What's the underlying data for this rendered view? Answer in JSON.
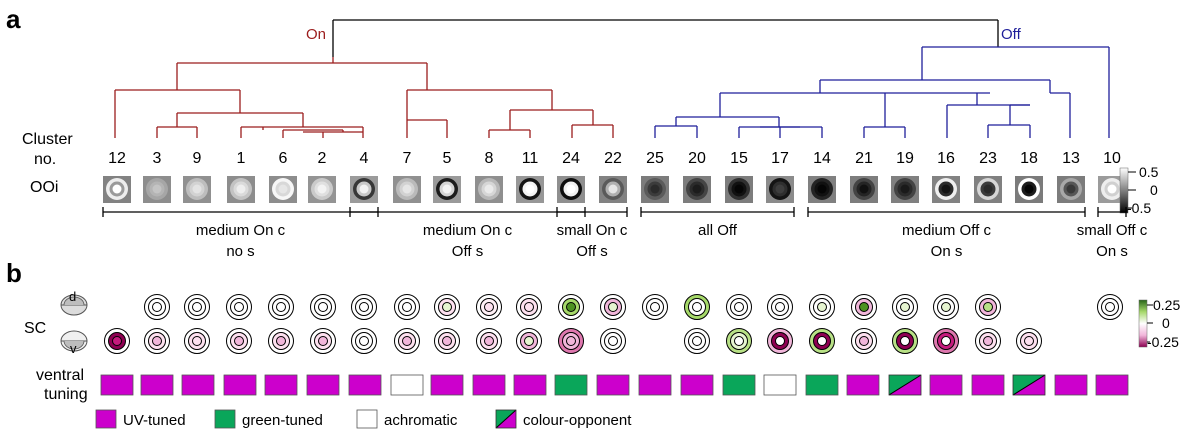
{
  "panel_a": {
    "label": "a",
    "on_label": "On",
    "off_label": "Off",
    "on_color": "#9b1c1c",
    "off_color": "#1f1f9a",
    "root_color": "#000000",
    "cluster_label_line1": "Cluster",
    "cluster_label_line2": "no.",
    "clusters": [
      "12",
      "3",
      "9",
      "1",
      "6",
      "2",
      "4",
      "7",
      "5",
      "8",
      "11",
      "24",
      "22",
      "25",
      "20",
      "15",
      "17",
      "14",
      "21",
      "19",
      "16",
      "23",
      "18",
      "13",
      "10"
    ],
    "ooi_label": "OOi",
    "ooi": [
      {
        "bg": "#828282",
        "ring": "#ededed",
        "mid": "#9a9a9a",
        "center": "#ffffff"
      },
      {
        "bg": "#8d8d8d",
        "ring": "#a6a6a6",
        "mid": "#b4b4b4",
        "center": "#c4c4c4"
      },
      {
        "bg": "#909090",
        "ring": "#bdbdbd",
        "mid": "#d2d2d2",
        "center": "#e3e3e3"
      },
      {
        "bg": "#8d8d8d",
        "ring": "#c3c3c3",
        "mid": "#dadada",
        "center": "#eeeeee"
      },
      {
        "bg": "#8d8d8d",
        "ring": "#f7f7f7",
        "mid": "#d8d8d8",
        "center": "#e6e6e6"
      },
      {
        "bg": "#949494",
        "ring": "#cacaca",
        "mid": "#e0e0e0",
        "center": "#f3f3f3"
      },
      {
        "bg": "#9b9b9b",
        "ring": "#373737",
        "mid": "#c8c8c8",
        "center": "#f2f2f2"
      },
      {
        "bg": "#909090",
        "ring": "#bababa",
        "mid": "#d2d2d2",
        "center": "#e6e6e6"
      },
      {
        "bg": "#9a9a9a",
        "ring": "#1c1c1c",
        "mid": "#d4d4d4",
        "center": "#f3f3f3"
      },
      {
        "bg": "#8f8f8f",
        "ring": "#b8b8b8",
        "mid": "#d6d6d6",
        "center": "#eaeaea"
      },
      {
        "bg": "#979797",
        "ring": "#141414",
        "mid": "#f4f4f4",
        "center": "#ffffff"
      },
      {
        "bg": "#8f8f8f",
        "ring": "#0d0d0d",
        "mid": "#f0f0f0",
        "center": "#ffffff"
      },
      {
        "bg": "#828282",
        "ring": "#5a5a5a",
        "mid": "#b0b0b0",
        "center": "#e6e6e6"
      },
      {
        "bg": "#7c7c7c",
        "ring": "#5b5b5b",
        "mid": "#3c3c3c",
        "center": "#2b2b2b"
      },
      {
        "bg": "#7d7d7d",
        "ring": "#454545",
        "mid": "#2b2b2b",
        "center": "#1c1c1c"
      },
      {
        "bg": "#7d7d7d",
        "ring": "#303030",
        "mid": "#111111",
        "center": "#050505"
      },
      {
        "bg": "#8b8b8b",
        "ring": "#141414",
        "mid": "#2e2e2e",
        "center": "#3e3e3e"
      },
      {
        "bg": "#808080",
        "ring": "#242424",
        "mid": "#111111",
        "center": "#050505"
      },
      {
        "bg": "#7d7d7d",
        "ring": "#444444",
        "mid": "#252525",
        "center": "#111111"
      },
      {
        "bg": "#808080",
        "ring": "#444444",
        "mid": "#2b2b2b",
        "center": "#1a1a1a"
      },
      {
        "bg": "#828282",
        "ring": "#efefef",
        "mid": "#2b2b2b",
        "center": "#141414"
      },
      {
        "bg": "#808080",
        "ring": "#d6d6d6",
        "mid": "#3c3c3c",
        "center": "#2b2b2b"
      },
      {
        "bg": "#7b7b7b",
        "ring": "#ffffff",
        "mid": "#1c1c1c",
        "center": "#050505"
      },
      {
        "bg": "#7c7c7c",
        "ring": "#a8a8a8",
        "mid": "#575757",
        "center": "#3a3a3a"
      },
      {
        "bg": "#9b9b9b",
        "ring": "#eeeeee",
        "mid": "#d0d0d0",
        "center": "#ffffff"
      }
    ],
    "ooi_scale": {
      "top": "0.5",
      "mid": "0",
      "bottom": "-0.5"
    },
    "groups": [
      {
        "line1": "medium On c",
        "line2": "no s",
        "from": 0,
        "to": 6
      },
      {
        "line1": "medium On c",
        "line2": "Off s",
        "from": 6,
        "to": 11
      },
      {
        "line1": "small On c",
        "line2": "Off s",
        "from": 11,
        "to": 12
      },
      {
        "line1": "all Off",
        "line2": "",
        "from": 13,
        "to": 16
      },
      {
        "line1": "medium Off c",
        "line2": "On s",
        "from": 17,
        "to": 23
      },
      {
        "line1": "small Off c",
        "line2": "On s",
        "from": 24,
        "to": 24
      }
    ]
  },
  "panel_b": {
    "label": "b",
    "sc_label": "SC",
    "d_label": "d",
    "v_label": "v",
    "dorsal": [
      null,
      {
        "c": "#ffffff",
        "r1": "#ffffff",
        "r2": "#ffffff"
      },
      {
        "c": "#ffffff",
        "r1": "#ffffff",
        "r2": "#ffffff"
      },
      {
        "c": "#ffffff",
        "r1": "#ffffff",
        "r2": "#ffffff"
      },
      {
        "c": "#ffffff",
        "r1": "#ffffff",
        "r2": "#ffffff"
      },
      {
        "c": "#ffffff",
        "r1": "#ffffff",
        "r2": "#ffffff"
      },
      {
        "c": "#ffffff",
        "r1": "#ffffff",
        "r2": "#ffffff"
      },
      {
        "c": "#ffffff",
        "r1": "#ffffff",
        "r2": "#ffffff"
      },
      {
        "c": "#e6f5d0",
        "r1": "#fde0ef",
        "r2": "#ffffff"
      },
      {
        "c": "#fde0ef",
        "r1": "#fff0f6",
        "r2": "#ffffff"
      },
      {
        "c": "#fde0ef",
        "r1": "#fde0ef",
        "r2": "#ffffff"
      },
      {
        "c": "#4d9221",
        "r1": "#a6d96a",
        "r2": "#ffffff"
      },
      {
        "c": "#e6f5d0",
        "r1": "#f1b6da",
        "r2": "#ffffff"
      },
      {
        "c": "#ffffff",
        "r1": "#ffffff",
        "r2": "#ffffff"
      },
      {
        "c": "#ffffff",
        "r1": "#ffffff",
        "r2": "#a6d96a"
      },
      {
        "c": "#ffffff",
        "r1": "#ffffff",
        "r2": "#ffffff"
      },
      {
        "c": "#ffffff",
        "r1": "#ffffff",
        "r2": "#ffffff"
      },
      {
        "c": "#e6f5d0",
        "r1": "#ffffff",
        "r2": "#ffffff"
      },
      {
        "c": "#4d9221",
        "r1": "#f1b6da",
        "r2": "#ffffff"
      },
      {
        "c": "#e6f5d0",
        "r1": "#ffffff",
        "r2": "#ffffff"
      },
      {
        "c": "#e6f5d0",
        "r1": "#ffffff",
        "r2": "#ffffff"
      },
      {
        "c": "#b8e186",
        "r1": "#f1b6da",
        "r2": "#ffffff"
      },
      null,
      {
        "c": "#ffffff",
        "r1": "#ffffff",
        "r2": "#ffffff"
      }
    ],
    "ventral": [
      {
        "c": "#c51b7d",
        "r1": "#8e0152",
        "r2": "#ffffff"
      },
      {
        "c": "#f1b6da",
        "r1": "#fde0ef",
        "r2": "#ffffff"
      },
      {
        "c": "#fde0ef",
        "r1": "#fde0ef",
        "r2": "#ffffff"
      },
      {
        "c": "#f1b6da",
        "r1": "#fde0ef",
        "r2": "#ffffff"
      },
      {
        "c": "#f1b6da",
        "r1": "#fde0ef",
        "r2": "#ffffff"
      },
      {
        "c": "#f1b6da",
        "r1": "#fde0ef",
        "r2": "#ffffff"
      },
      {
        "c": "#ffffff",
        "r1": "#ffffff",
        "r2": "#ffffff"
      },
      {
        "c": "#f1b6da",
        "r1": "#fde0ef",
        "r2": "#ffffff"
      },
      {
        "c": "#f1b6da",
        "r1": "#fde0ef",
        "r2": "#ffffff"
      },
      {
        "c": "#f1b6da",
        "r1": "#fde0ef",
        "r2": "#ffffff"
      },
      {
        "c": "#e6f5d0",
        "r1": "#f1b6da",
        "r2": "#ffffff"
      },
      {
        "c": "#f1b6da",
        "r1": "#f1b6da",
        "r2": "#de77ae"
      },
      {
        "c": "#ffffff",
        "r1": "#ffffff",
        "r2": "#ffffff"
      },
      null,
      {
        "c": "#ffffff",
        "r1": "#ffffff",
        "r2": "#ffffff"
      },
      {
        "c": "#ffffff",
        "r1": "#e6f5d0",
        "r2": "#b8e186"
      },
      {
        "c": "#ffffff",
        "r1": "#8e0152",
        "r2": "#f1b6da"
      },
      {
        "c": "#ffffff",
        "r1": "#8e0152",
        "r2": "#b8e186"
      },
      {
        "c": "#f1b6da",
        "r1": "#fde0ef",
        "r2": "#ffffff"
      },
      {
        "c": "#ffffff",
        "r1": "#8e0152",
        "r2": "#b8e186"
      },
      {
        "c": "#ffffff",
        "r1": "#c51b7d",
        "r2": "#de77ae"
      },
      {
        "c": "#f1b6da",
        "r1": "#fde0ef",
        "r2": "#ffffff"
      },
      {
        "c": "#fde0ef",
        "r1": "#fde0ef",
        "r2": "#ffffff"
      }
    ],
    "sc_scale": {
      "top": "0.25",
      "mid": "0",
      "bottom": "-0.25"
    },
    "tuning_label_line1": "ventral",
    "tuning_label_line2": "tuning",
    "tuning": [
      "uv",
      "uv",
      "uv",
      "uv",
      "uv",
      "uv",
      "uv",
      "achro",
      "uv",
      "uv",
      "uv",
      "green",
      "uv",
      "uv",
      "uv",
      "green",
      "achro",
      "green",
      "uv",
      "opp",
      "uv",
      "uv",
      "opp",
      "uv",
      "uv"
    ],
    "legend": [
      {
        "type": "uv",
        "label": "UV-tuned"
      },
      {
        "type": "green",
        "label": "green-tuned"
      },
      {
        "type": "achro",
        "label": "achromatic"
      },
      {
        "type": "opp",
        "label": "colour-opponent"
      }
    ],
    "colors": {
      "uv": "#cc00cc",
      "green": "#0aa65a",
      "achro": "#ffffff"
    }
  }
}
